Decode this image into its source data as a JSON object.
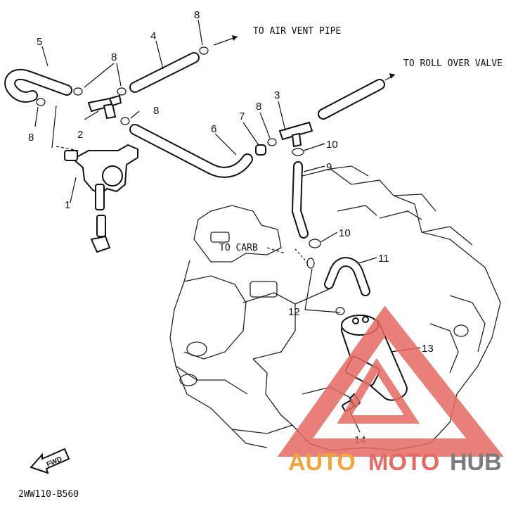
{
  "diagram": {
    "labels": {
      "to_air_vent_pipe": "TO AIR VENT PIPE",
      "to_roll_over_valve": "TO ROLL OVER VALVE",
      "to_carb": "TO CARB",
      "part_code": "2WW110-B560",
      "fwd": "FWD"
    },
    "callouts": {
      "c1": "1",
      "c2": "2",
      "c3": "3",
      "c4": "4",
      "c5": "5",
      "c6": "6",
      "c7": "7",
      "c8a": "8",
      "c8b": "8",
      "c8c": "8",
      "c8d": "8",
      "c8e": "8",
      "c9": "9",
      "c10a": "10",
      "c10b": "10",
      "c11": "11",
      "c12": "12",
      "c13": "13",
      "c14": "14"
    }
  },
  "watermark": {
    "text_a": "AUTO",
    "text_b": "MOTO",
    "text_c": "HUB",
    "colors": {
      "red": "#e46a62",
      "orange": "#f2a43a",
      "gray": "#7c7c7c"
    }
  }
}
